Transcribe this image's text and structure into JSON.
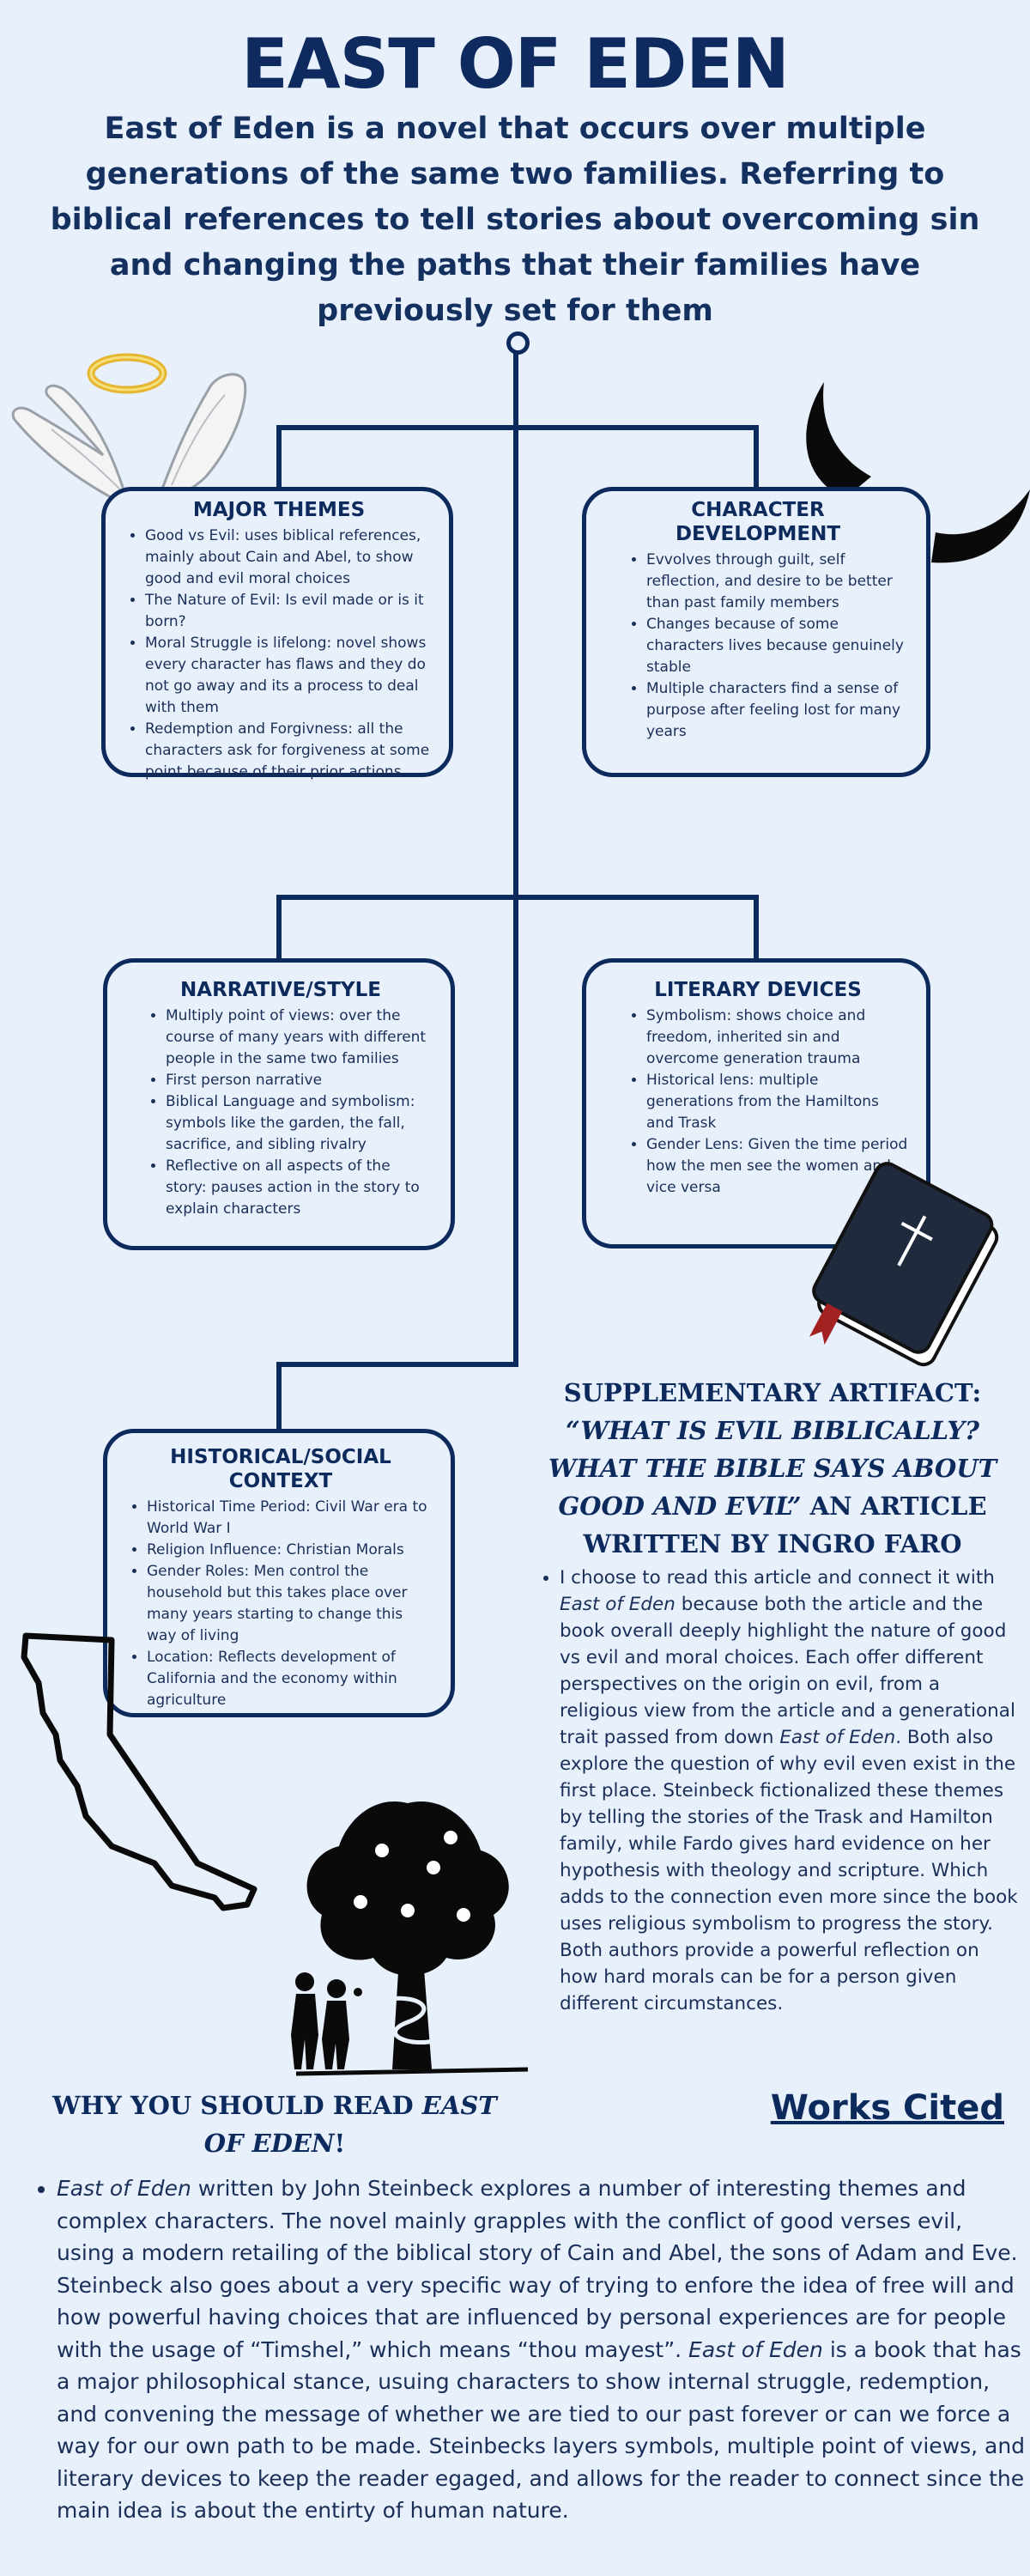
{
  "header": {
    "title": "EAST OF EDEN",
    "intro": "East of Eden is a novel that occurs over multiple generations of the same two families. Referring to biblical references to tell stories about overcoming sin and changing the paths that their families have previously set for them"
  },
  "boxes": {
    "major_themes": {
      "title": "MAJOR THEMES",
      "items": [
        "Good vs Evil: uses biblical  references, mainly about Cain and Abel, to show good and evil moral choices",
        "The Nature of Evil: Is evil made or is it born?",
        "Moral Struggle is lifelong: novel shows every character has flaws and they do not go away and its a process to deal with them",
        "Redemption and Forgivness: all the characters ask for forgiveness at some point because of their prior actions"
      ]
    },
    "character_development": {
      "title": "CHARACTER DEVELOPMENT",
      "items": [
        "Evvolves through guilt, self reflection, and desire to be better than past family members",
        "Changes because of some characters lives because genuinely stable",
        "Multiple characters find a sense of purpose after feeling lost for many years"
      ]
    },
    "narrative_style": {
      "title": "NARRATIVE/STYLE",
      "items": [
        "Multiply point of views: over the course of many years with different people in the same two families",
        "First person narrative",
        "Biblical Language and symbolism: symbols like the garden, the fall, sacrifice, and sibling rivalry",
        "Reflective on all aspects of the story: pauses action in the story to explain characters"
      ]
    },
    "literary_devices": {
      "title": "LITERARY DEVICES",
      "items": [
        "Symbolism: shows choice and freedom, inherited sin and overcome generation trauma",
        "Historical lens: multiple generations from the Hamiltons and Trask",
        "Gender Lens: Given the time period how the men see the women and vice versa"
      ]
    },
    "historical_social": {
      "title": "HISTORICAL/SOCIAL CONTEXT",
      "items": [
        "Historical Time Period: Civil War era to World War I",
        "Religion Influence: Christian Morals",
        "Gender Roles: Men control the household but this takes place over many years starting to change this way of living",
        "Location: Reflects development of California and the economy within agriculture"
      ]
    }
  },
  "supplementary": {
    "title_prefix": "SUPPLEMENTARY ARTIFACT: ",
    "title_article": "“WHAT IS EVIL BIBLICALLY? WHAT THE BIBLE SAYS ABOUT GOOD AND EVIL”",
    "title_suffix": " AN ARTICLE WRITTEN BY INGRO FARO",
    "body_1": "I choose to read this article and connect it with ",
    "book_title": "East of Eden",
    "body_2": " because both the article and the book overall deeply highlight the nature of good vs evil and moral choices. Each offer different perspectives on the origin on evil, from a religious view from the article and a generational trait passed from down ",
    "body_3": ". Both also explore the question of why evil even exist in the first place. Steinbeck fictionalized these themes by telling the stories of the Trask and Hamilton family, while Fardo gives hard evidence on her hypothesis with theology and scripture. Which adds to the connection even more since the book uses religious symbolism to progress the story. Both authors provide a powerful reflection on how hard morals can be for a person given different circumstances."
  },
  "why_read": {
    "title_prefix": "WHY YOU SHOULD READ ",
    "title_book": "EAST OF EDEN",
    "title_suffix": "!",
    "body_1": " written by John Steinbeck explores a number of interesting themes and complex characters. The novel mainly grapples with the conflict of good verses evil, using a modern retailing of the biblical story of Cain and Abel, the sons of Adam and Eve. Steinbeck also goes about a very specific way of trying to enfore the idea of free will and how powerful having choices that are influenced by personal experiences are for people with the usage of “Timshel,” which means “thou mayest”. ",
    "body_2": " is a book that has a major philosophical stance, usuing characters to show internal struggle, redemption, and convening the message of whether we are tied to our past forever or can we force a way for our own path to be made. Steinbecks layers symbols, multiple point of views, and literary devices to keep the reader egaged, and allows for the reader to connect since the main idea is about the entirty of human nature."
  },
  "works_cited": "Works Cited",
  "icons": [
    "halo-wings-icon",
    "devil-horns-icon",
    "bible-icon",
    "california-map-icon",
    "tree-serpent-icon"
  ],
  "colors": {
    "background": "#e8f0fc",
    "navy": "#0d2a5c"
  }
}
